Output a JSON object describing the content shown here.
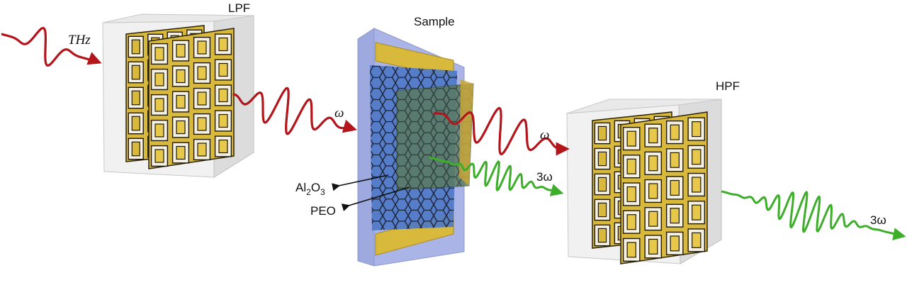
{
  "labels": {
    "input": "THz",
    "lpf": "LPF",
    "sample": "Sample",
    "hpf": "HPF",
    "omega_1": "ω",
    "omega_2": "ω",
    "third_harmonic_1": "3ω",
    "third_harmonic_2": "3ω",
    "al2o3_parts": [
      "Al",
      "2",
      "O",
      "3"
    ],
    "peo": "PEO"
  },
  "colors": {
    "fundamental_wave": "#b3151b",
    "third_harmonic_wave": "#3cae2a",
    "gold": "#d9b93c",
    "filter_box": "#e6e6e6",
    "graphene": "#4e78c8",
    "substrate": "#aab4e6",
    "peo_film": "#5a7a5a"
  },
  "icons": [
    "lpf-filter-icon",
    "sample-icon",
    "hpf-filter-icon",
    "input-pulse-icon",
    "omega-pulse-icon",
    "third-harmonic-pulse-icon"
  ]
}
